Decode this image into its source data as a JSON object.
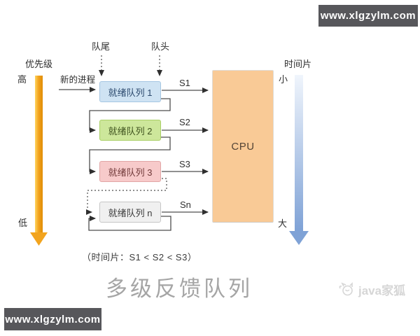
{
  "banners": {
    "top": "www.xlgzylm.com",
    "bottom": "www.xlgzylm.com"
  },
  "priority_axis": {
    "label": "优先级",
    "top": "高",
    "bottom": "低"
  },
  "timeslice_axis": {
    "label": "时间片",
    "top": "小",
    "bottom": "大"
  },
  "queue_pointers": {
    "tail": "队尾",
    "head": "队头"
  },
  "new_process_label": "新的进程",
  "queues": [
    {
      "label": "就绪队列 1",
      "slice": "S1",
      "fill": "#cfe3f3",
      "border": "#a5c6e2",
      "text": "#2c4a6e"
    },
    {
      "label": "就绪队列 2",
      "slice": "S2",
      "fill": "#cde79b",
      "border": "#a9cf65",
      "text": "#3e521e"
    },
    {
      "label": "就绪队列 3",
      "slice": "S3",
      "fill": "#f7caca",
      "border": "#e2a6a6",
      "text": "#713a3a"
    },
    {
      "label": "就绪队列 n",
      "slice": "Sn",
      "fill": "#f0f0f0",
      "border": "#c6c6c6",
      "text": "#3a3a3a"
    }
  ],
  "cpu_label": "CPU",
  "caption": "（时间片：S1 < S2 < S3）",
  "title": "多级反馈队列",
  "watermark_text": "java家狐",
  "colors": {
    "banner-bg": "#57575b",
    "banner-text": "#ffffff",
    "label-text": "#2f2f2f",
    "line": "#4d4d4d",
    "cpu-fill": "#f9ca96",
    "cpu-text": "#544436",
    "gold-1": "#ffd45e",
    "gold-2": "#f2a41e",
    "gold-3": "#e08d06",
    "blue-1": "#f0f5fc",
    "blue-2": "#7fa2d6",
    "title-text": "#a5a5a5",
    "watermark": "#d6d6d6"
  }
}
